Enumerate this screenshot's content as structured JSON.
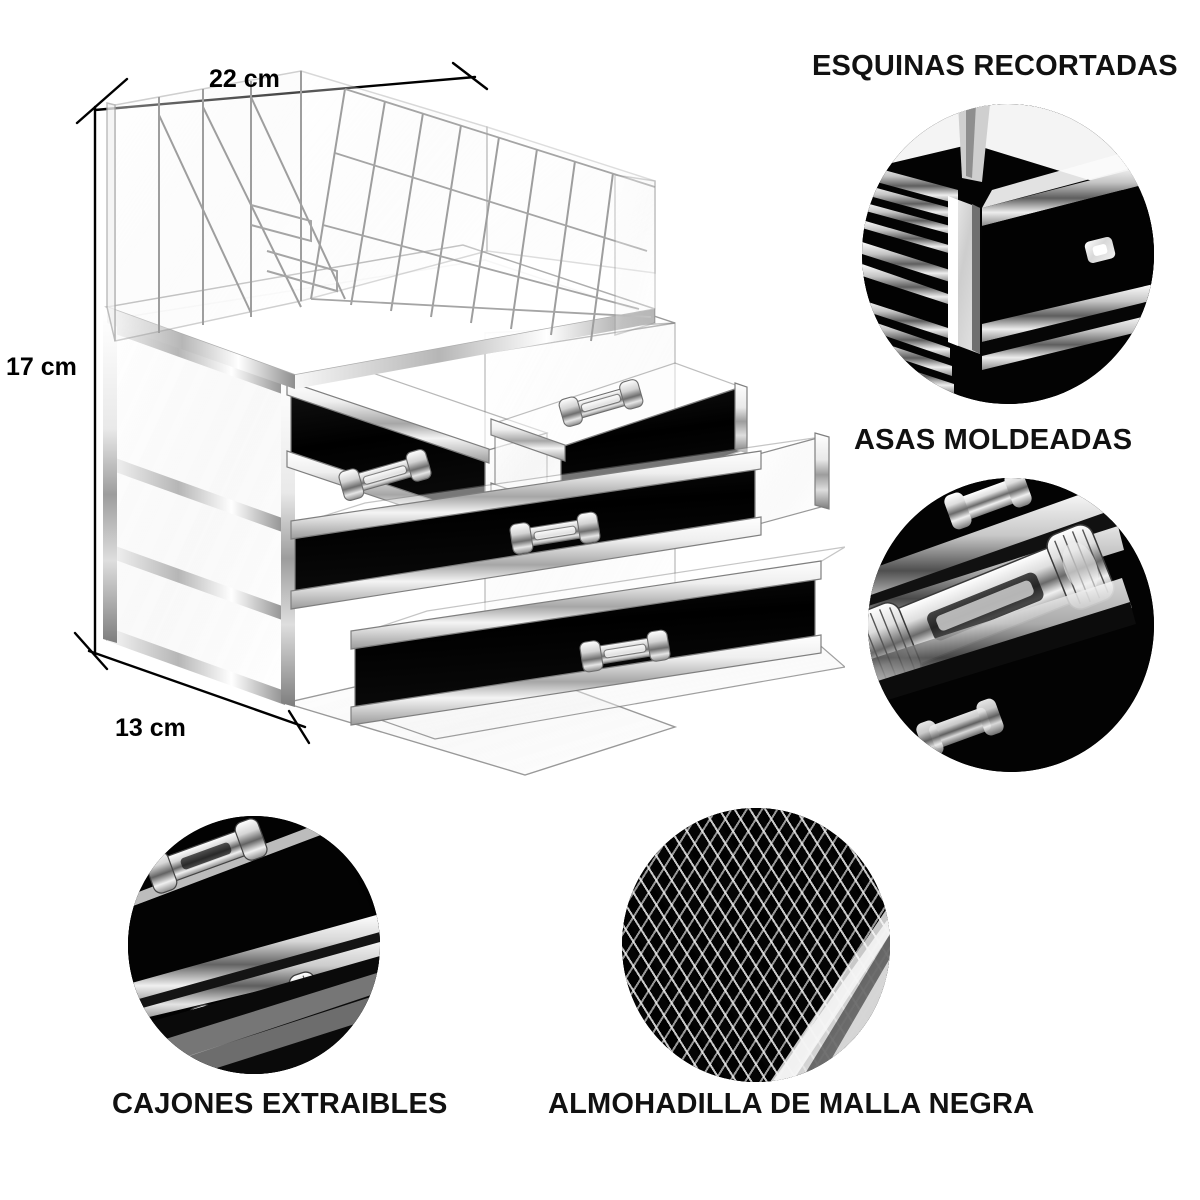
{
  "product": {
    "type": "acrylic-cosmetic-organizer",
    "description": "Organizador de maquillaje acrilico transparente con bandeja superior de compartimentos y cuatro cajones extraibles con almohadilla de malla negra"
  },
  "dimensions": {
    "width_label": "22 cm",
    "height_label": "17 cm",
    "depth_label": "13 cm"
  },
  "features": [
    {
      "id": "corners",
      "title": "ESQUINAS RECORTADAS",
      "icon": "cut-corner-detail-photo"
    },
    {
      "id": "handles",
      "title": "ASAS MOLDEADAS",
      "icon": "molded-handle-detail-photo"
    },
    {
      "id": "drawers",
      "title": "CAJONES EXTRAIBLES",
      "icon": "pull-out-drawer-detail-photo"
    },
    {
      "id": "meshpad",
      "title": "ALMOHADILLA DE MALLA NEGRA",
      "icon": "black-mesh-pad-detail-photo"
    }
  ],
  "colors": {
    "background": "#ffffff",
    "text": "#111111",
    "line": "#000000",
    "pad": "#050505",
    "acrylic_highlight": "#ffffff"
  },
  "drawer_layout": {
    "top_tray_compartments": 16,
    "small_drawers": 2,
    "wide_drawers": 2
  }
}
